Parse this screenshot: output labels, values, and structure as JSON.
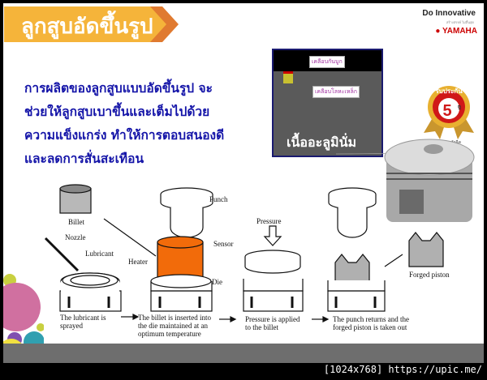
{
  "header": {
    "title": "ลูกสูบอัดขึ้นรูป",
    "brand_tagline": "Do Innovative",
    "brand_sub": "สร้างสรรค์ ไม่สิ้นสุด",
    "brand_name": "YAMAHA"
  },
  "body_text": [
    "การผลิตของลูกสูบแบบอัดขึ้นรูป จะ",
    "ช่วยให้ลูกสูบเบาขึ้นและเต็มไปด้วย",
    "ความแข็งแกร่ง ทำให้การตอบสนองดี",
    "และลดการสั่นสะเทือน"
  ],
  "micrograph": {
    "label_top": "เคลือบกันบูก",
    "label_mid": "เคลือบโลหะเหล็ก",
    "label_main": "เนื้ออะลูมินั่ม"
  },
  "badge": {
    "top": "รับประกัน",
    "number": "5",
    "unit": "ปี",
    "caption": "ชิ้นส่วน ระบบหัวฉีด"
  },
  "diagram": {
    "labels": {
      "billet": "Billet",
      "nozzle": "Nozzle",
      "lubricant": "Lubricant",
      "punch": "Punch",
      "sensor": "Sensor",
      "heater": "Heater",
      "die": "Die",
      "pressure": "Pressure",
      "forged_piston": "Forged piston"
    },
    "steps": [
      [
        "The lubricant is",
        "sprayed"
      ],
      [
        "The billet is inserted into",
        "the die maintained at an",
        "optimum temperature"
      ],
      [
        "Pressure is applied",
        "to the billet"
      ],
      [
        "The punch returns and the",
        "forged piston is taken out"
      ]
    ],
    "billet_color": "#f26b0a"
  },
  "watermark": "[1024x768] https://upic.me/"
}
